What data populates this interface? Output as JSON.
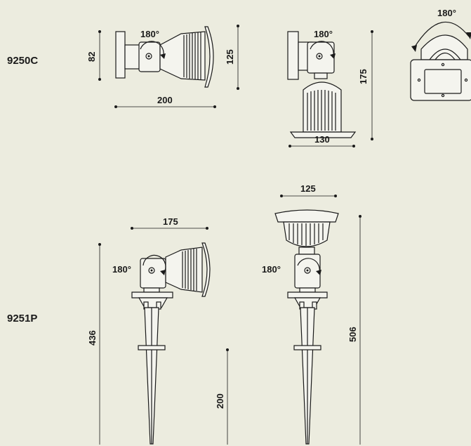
{
  "models": {
    "wall": "9250C",
    "spike": "9251P"
  },
  "angles": {
    "wall_side": "180°",
    "wall_front": "180°",
    "wall_top": "180°",
    "spike_side": "180°",
    "spike_front": "180°"
  },
  "dimensions": {
    "wall_side_height": "82",
    "wall_side_depth": "200",
    "wall_side_lamp_height": "125",
    "wall_front_height": "175",
    "wall_front_width": "130",
    "spike_side_width": "175",
    "spike_side_height": "436",
    "spike_spike_length": "200",
    "spike_front_width": "125",
    "spike_front_height": "506"
  }
}
